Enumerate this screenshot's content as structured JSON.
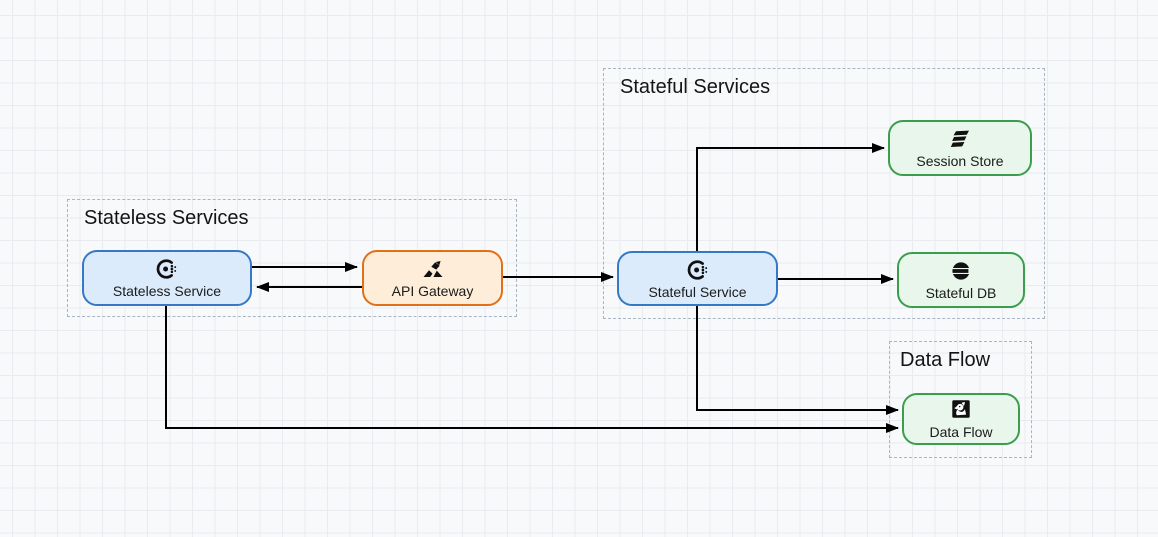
{
  "canvas": {
    "background": "#f8f9fa",
    "grid_color": "#e9ebf1",
    "edge_color": "#000000",
    "group_border_color": "#a9b4c4"
  },
  "groups": [
    {
      "id": "stateless-services",
      "label": "Stateless Services"
    },
    {
      "id": "stateful-services",
      "label": "Stateful Services"
    },
    {
      "id": "data-flow-group",
      "label": "Data Flow"
    }
  ],
  "nodes": [
    {
      "id": "stateless-service",
      "label": "Stateless Service",
      "icon": "consul-icon",
      "fill": "#dcebfb",
      "stroke": "#3579c6",
      "group": "stateless-services"
    },
    {
      "id": "api-gateway",
      "label": "API Gateway",
      "icon": "kong-icon",
      "fill": "#feeed9",
      "stroke": "#e2701a",
      "group": "stateless-services"
    },
    {
      "id": "stateful-service",
      "label": "Stateful Service",
      "icon": "consul-icon",
      "fill": "#dcebfb",
      "stroke": "#3579c6",
      "group": "stateful-services"
    },
    {
      "id": "session-store",
      "label": "Session Store",
      "icon": "stacked-bars-icon",
      "fill": "#e9f6ec",
      "stroke": "#3b9e4e",
      "group": "stateful-services"
    },
    {
      "id": "stateful-db",
      "label": "Stateful DB",
      "icon": "database-icon",
      "fill": "#e9f6ec",
      "stroke": "#3b9e4e",
      "group": "stateful-services"
    },
    {
      "id": "data-flow",
      "label": "Data Flow",
      "icon": "datadog-icon",
      "fill": "#e9f6ec",
      "stroke": "#3b9e4e",
      "group": "data-flow-group"
    }
  ],
  "edges": [
    {
      "from": "stateless-service",
      "to": "api-gateway"
    },
    {
      "from": "api-gateway",
      "to": "stateless-service"
    },
    {
      "from": "api-gateway",
      "to": "stateful-service"
    },
    {
      "from": "stateful-service",
      "to": "session-store"
    },
    {
      "from": "stateful-service",
      "to": "stateful-db"
    },
    {
      "from": "stateful-service",
      "to": "data-flow"
    },
    {
      "from": "stateless-service",
      "to": "data-flow"
    }
  ]
}
